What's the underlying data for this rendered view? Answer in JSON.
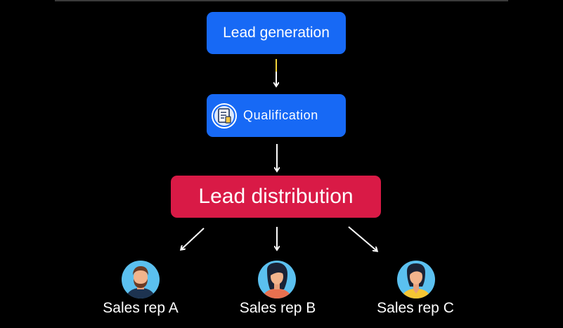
{
  "diagram": {
    "nodes": {
      "lead_generation": "Lead generation",
      "qualification": "Qualification",
      "lead_distribution": "Lead distribution"
    },
    "reps": [
      {
        "label": "Sales rep A",
        "icon": "man-avatar-icon"
      },
      {
        "label": "Sales rep B",
        "icon": "woman-avatar-icon"
      },
      {
        "label": "Sales rep C",
        "icon": "woman-avatar-icon"
      }
    ],
    "colors": {
      "background": "#000000",
      "blue_box": "#1769f5",
      "red_box": "#d91a46",
      "avatar_bg": "#5bc0ef",
      "arrow": "#ffffff",
      "arrow_accent": "#f2d43a"
    },
    "qualification_icon": "document-checklist-icon"
  }
}
